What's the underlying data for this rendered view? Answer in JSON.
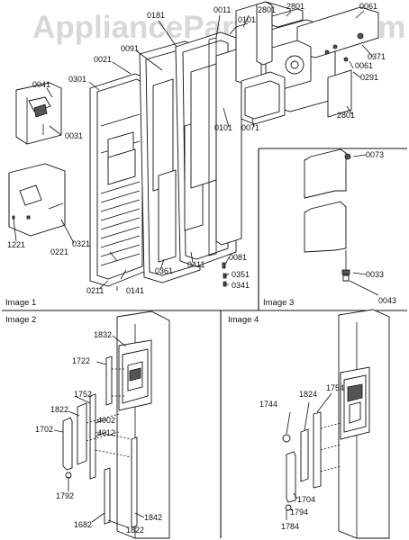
{
  "watermark": "AppliancePartsPros.com",
  "panels": {
    "image1": "Image 1",
    "image2": "Image 2",
    "image3": "Image 3",
    "image4": "Image 4"
  },
  "labels": {
    "image1": [
      "0181",
      "0011",
      "2801",
      "2801",
      "0061",
      "0091",
      "0101",
      "0021",
      "0301",
      "0041",
      "0031",
      "0371",
      "0061",
      "0291",
      "2801",
      "0101",
      "0071",
      "1221",
      "0321",
      "0221",
      "0211",
      "0141",
      "0361",
      "0411",
      "0081",
      "0351",
      "0341"
    ],
    "image3": [
      "0073",
      "0033",
      "0043"
    ],
    "image2": [
      "1832",
      "1722",
      "1752",
      "1822",
      "1702",
      "4002",
      "4012",
      "1792",
      "1682",
      "1842",
      "1822"
    ],
    "image4": [
      "1744",
      "1824",
      "1754",
      "1704",
      "1794",
      "1784"
    ]
  }
}
